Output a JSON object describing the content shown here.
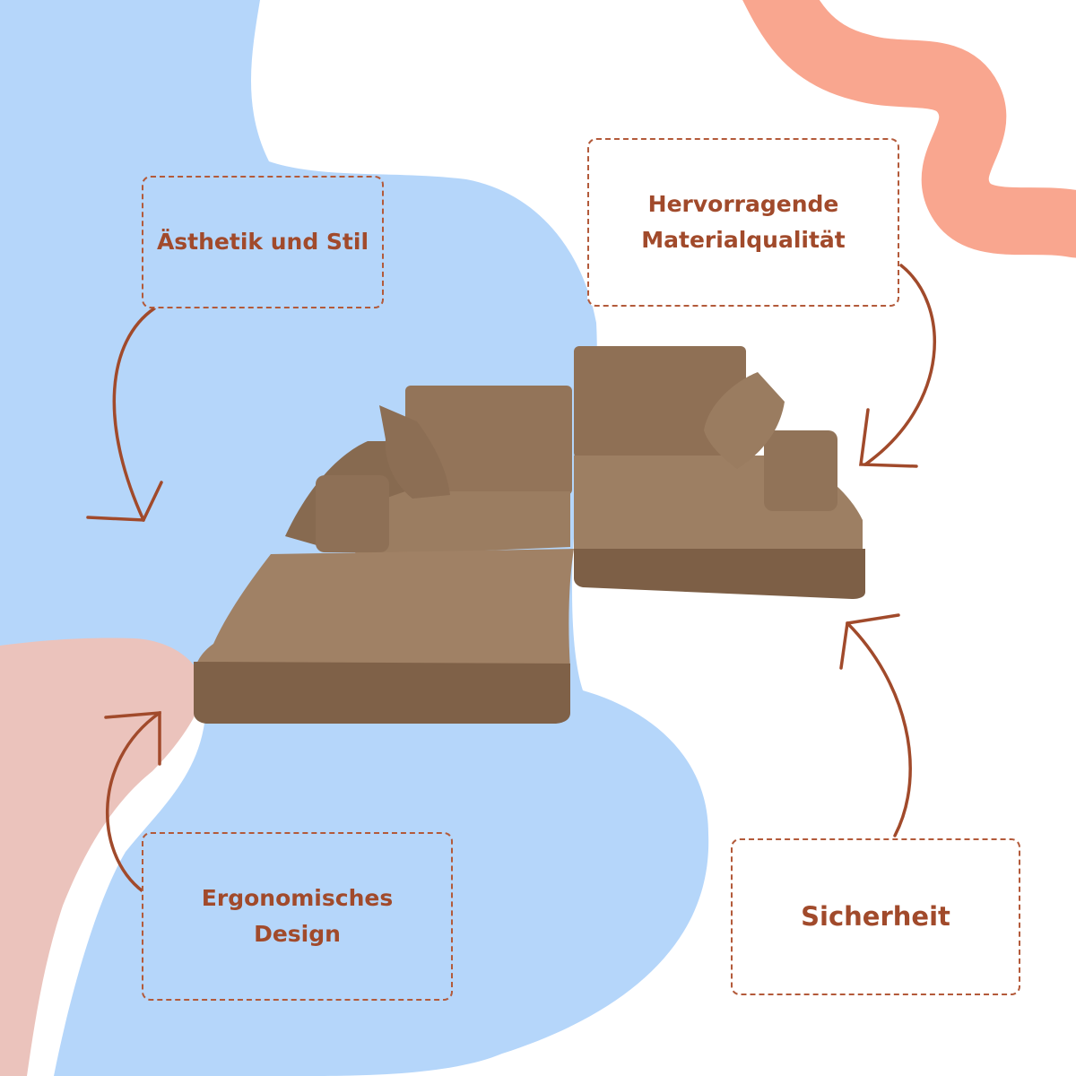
{
  "colors": {
    "blue_blob": "#b5d6fa",
    "pink_blob": "#ebc3bc",
    "salmon_wave": "#f9a68f",
    "accent_brown": "#a14a2b",
    "sofa_light": "#9e8064",
    "sofa_mid": "#8d6e53",
    "sofa_dark": "#7a5c44"
  },
  "features": {
    "aesthetics": {
      "label": "Ästhetik und Stil"
    },
    "material": {
      "line1": "Hervorragende",
      "line2": "Materialqualität"
    },
    "ergonomic": {
      "line1": "Ergonomisches",
      "line2": "Design"
    },
    "safety": {
      "label": "Sicherheit"
    }
  },
  "illustration": {
    "subject": "modular corduroy play sofa",
    "icon": "sofa-illustration"
  }
}
